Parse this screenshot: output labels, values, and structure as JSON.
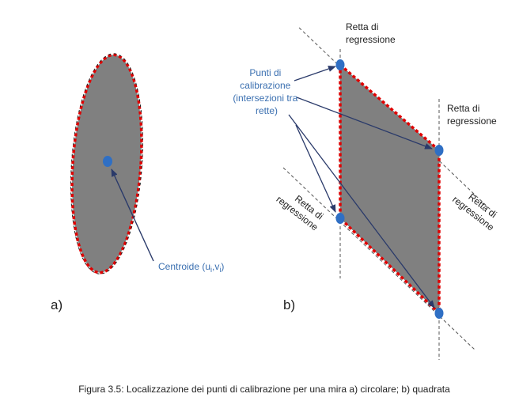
{
  "panel_a": {
    "label": "a)",
    "centroid_label": "Centroide (u",
    "centroid_sub_i": "i",
    "centroid_sep": ",v",
    "centroid_sub_i2": "i",
    "centroid_close": ")"
  },
  "panel_b": {
    "label": "b)",
    "calibration_points_label": [
      "Punti di",
      "calibrazione",
      "(intersezioni tra",
      "rette)"
    ],
    "regression_top": [
      "Retta di",
      "regressione"
    ],
    "regression_right": [
      "Retta di",
      "regressione"
    ],
    "regression_left_rotated": [
      "Retta di",
      "regressione"
    ],
    "regression_right_rotated": [
      "Retta di",
      "regressione"
    ]
  },
  "caption": "Figura 3.5: Localizzazione dei punti di calibrazione per una mira a) circolare; b) quadrata",
  "colors": {
    "shape_fill": "#808080",
    "outline": "#e00000",
    "point": "#2f6fc4",
    "arrow": "#2a3a6a",
    "label_blue": "#3a6fb0",
    "dashed_line": "#555555"
  }
}
